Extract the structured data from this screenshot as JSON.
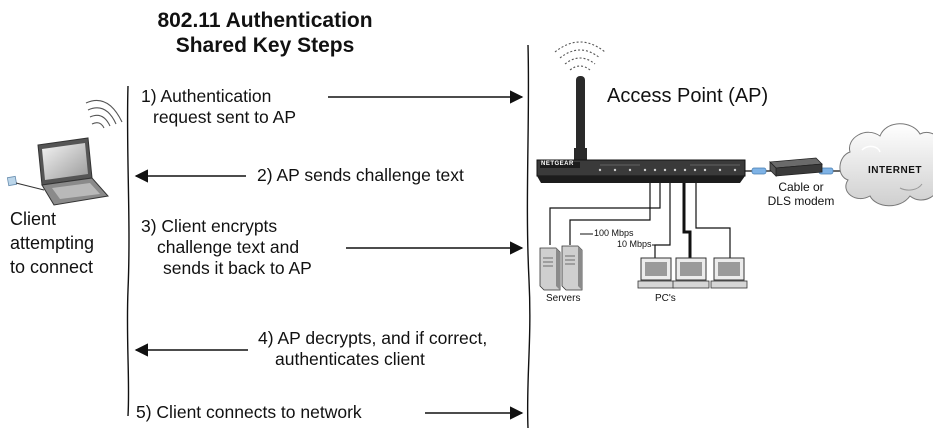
{
  "title": {
    "line1": "802.11 Authentication",
    "line2": "Shared Key Steps"
  },
  "steps": [
    {
      "line1": "1) Authentication",
      "line2": "request sent to AP",
      "direction": "to-ap"
    },
    {
      "line1": "2) AP sends challenge text",
      "direction": "to-client"
    },
    {
      "line1": "3) Client encrypts",
      "line2": "challenge text and",
      "line3": "sends it back to AP",
      "direction": "to-ap"
    },
    {
      "line1": "4) AP decrypts, and if correct,",
      "line2": "authenticates client",
      "direction": "to-client"
    },
    {
      "line1": "5) Client connects to network",
      "direction": "to-ap"
    }
  ],
  "client": {
    "line1": "Client",
    "line2": "attempting",
    "line3": "to connect",
    "icon": "laptop-icon"
  },
  "access_point": {
    "label": "Access Point (AP)",
    "brand": "NETGEAR",
    "icon": "router-icon"
  },
  "network": {
    "modem_line1": "Cable or",
    "modem_line2": "DLS modem",
    "internet": "INTERNET",
    "speed_fast": "100 Mbps",
    "speed_slow": "10 Mbps",
    "servers": "Servers",
    "pcs": "PC's"
  },
  "colors": {
    "line": "#111111",
    "router": "#2a2a2a",
    "modem_cable": "#7fb3e6",
    "cloud": "#e8e8e8"
  }
}
